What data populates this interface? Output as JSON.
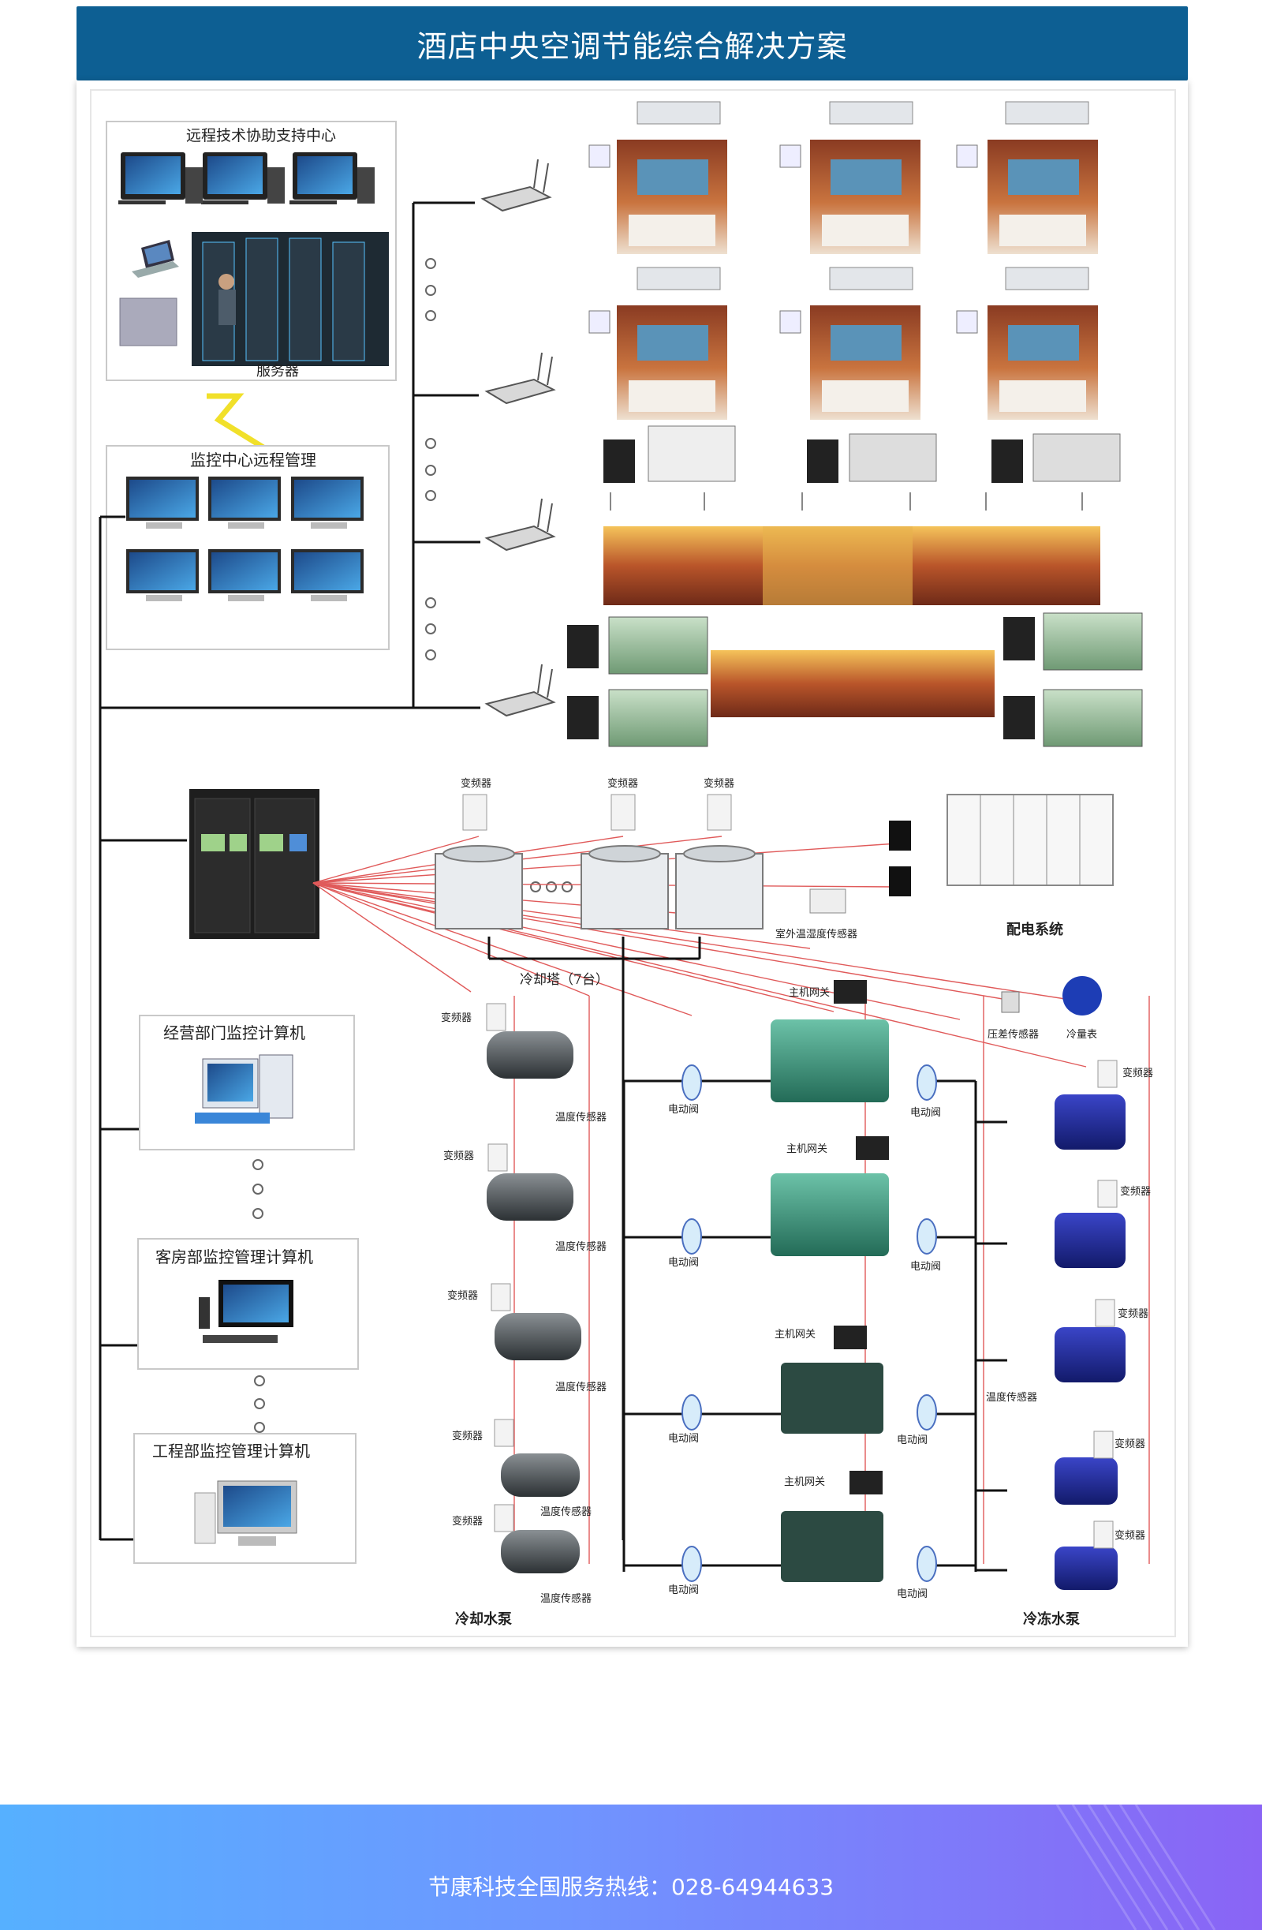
{
  "header": {
    "title": "酒店中央空调节能综合解决方案"
  },
  "diagram": {
    "left_boxes": {
      "remote_center": "远程技术协助支持中心",
      "server": "服务器",
      "monitor_center": "监控中心远程管理",
      "business_pc": "经营部门监控计算机",
      "guestroom_pc": "客房部监控管理计算机",
      "engineering_pc": "工程部监控管理计算机"
    },
    "labels": {
      "inverter": "变频器",
      "cooling_tower": "冷却塔（7台）",
      "outdoor_sensor": "室外温湿度传感器",
      "distribution": "配电系统",
      "host_gateway": "主机网关",
      "pressure_sensor": "压差传感器",
      "cold_meter": "冷量表",
      "temp_sensor": "温度传感器",
      "electric_valve": "电动阀",
      "cooling_pump": "冷却水泵",
      "chilled_pump": "冷冻水泵"
    }
  },
  "footer": {
    "hotline": "节康科技全国服务热线：028-64944633"
  },
  "colors": {
    "title_bg": "#0d5f93",
    "red_lines": "#e05a5a",
    "footer_start": "#56b0ff",
    "footer_end": "#8a64f5"
  }
}
